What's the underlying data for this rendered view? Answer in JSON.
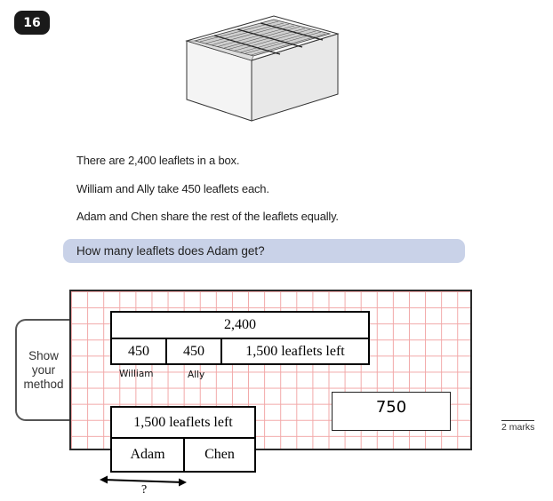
{
  "question_number": "16",
  "statements": [
    "There are 2,400 leaflets in a box.",
    "William and Ally take 450 leaflets each.",
    "Adam and Chen share the rest of the leaflets equally."
  ],
  "question": "How many leaflets does Adam get?",
  "show_method": [
    "Show",
    "your",
    "method"
  ],
  "bar_model": {
    "total": "2,400",
    "parts": [
      "450",
      "450",
      "1,500 leaflets left"
    ],
    "part_labels": [
      "William",
      "Ally"
    ],
    "rest_total": "1,500 leaflets left",
    "rest_parts": [
      "Adam",
      "Chen"
    ],
    "unknown": "?"
  },
  "answer": "750",
  "marks": "2 marks",
  "icons": {
    "illustration": "leaflet-box-illustration",
    "arrow": "double-arrow-icon"
  }
}
